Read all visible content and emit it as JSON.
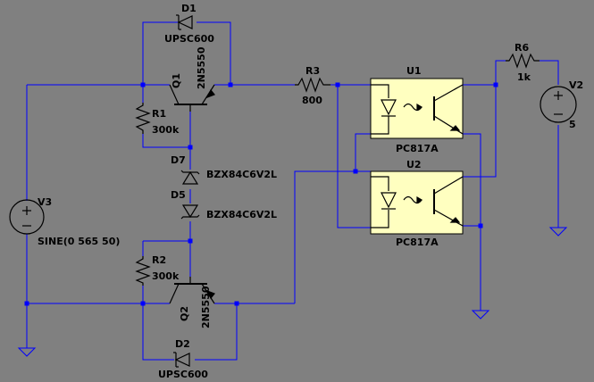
{
  "colors": {
    "background": "#808080",
    "wire": "#0000ff",
    "component": "#000000",
    "optocoupler_fill": "#ffffc0"
  },
  "components": {
    "D1": {
      "ref": "D1",
      "value": "UPSC600"
    },
    "D2": {
      "ref": "D2",
      "value": "UPSC600"
    },
    "Q1": {
      "ref": "Q1",
      "value": "2N5550"
    },
    "Q2": {
      "ref": "Q2",
      "value": "2N5550"
    },
    "R1": {
      "ref": "R1",
      "value": "300k"
    },
    "R2": {
      "ref": "R2",
      "value": "300k"
    },
    "R3": {
      "ref": "R3",
      "value": "800"
    },
    "R6": {
      "ref": "R6",
      "value": "1k"
    },
    "D7": {
      "ref": "D7",
      "value": "BZX84C6V2L"
    },
    "D5": {
      "ref": "D5",
      "value": "BZX84C6V2L"
    },
    "U1": {
      "ref": "U1",
      "value": "PC817A"
    },
    "U2": {
      "ref": "U2",
      "value": "PC817A"
    },
    "V2": {
      "ref": "V2",
      "value": "5"
    },
    "V3": {
      "ref": "V3",
      "value": "SINE(0 565 50)"
    }
  },
  "icons": {
    "ground": "ground-icon",
    "voltage_source": "voltage-source-icon",
    "resistor": "resistor-icon",
    "diode": "diode-icon",
    "zener": "zener-diode-icon",
    "npn": "npn-transistor-icon",
    "optocoupler": "optocoupler-icon"
  }
}
